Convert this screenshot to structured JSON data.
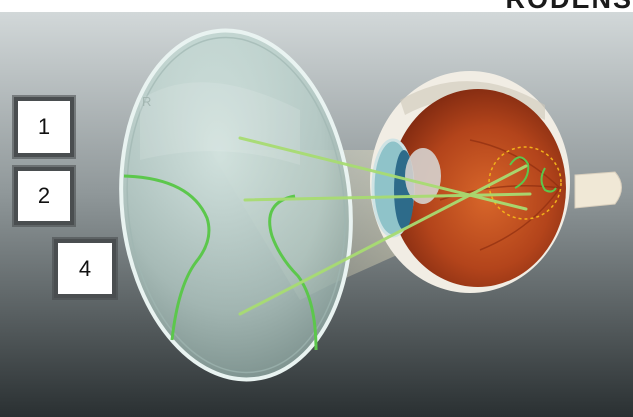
{
  "brand": {
    "text": "RODENS"
  },
  "lens_engraving": "R",
  "labels": [
    "1",
    "2",
    "4"
  ],
  "colors": {
    "background_top": "#cfd5d6",
    "background_bottom": "#2c3234",
    "lens": "#c4dbd6",
    "green_ray": "#9ed46a",
    "eye_interior": "#b8471c",
    "sclera": "#f1ede4",
    "macula_circle": "#f2b21a"
  }
}
